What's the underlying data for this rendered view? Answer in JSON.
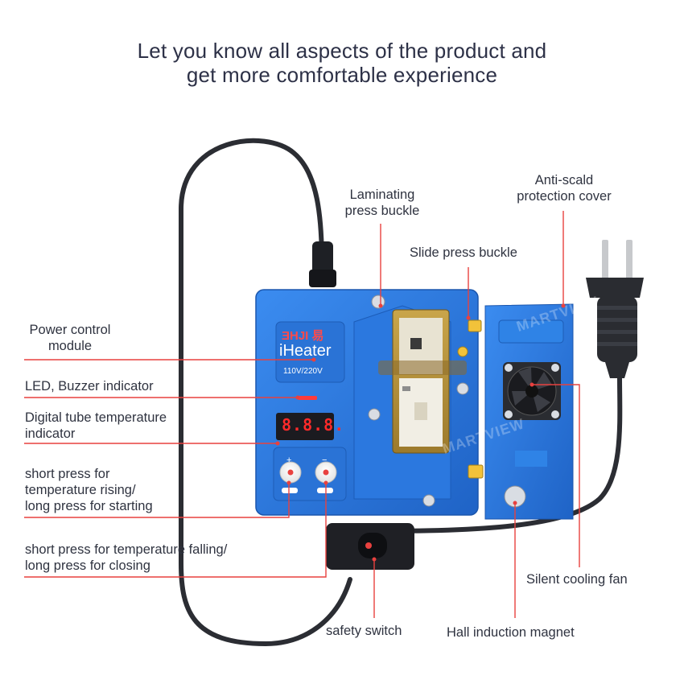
{
  "headline": {
    "line1": "Let you know all aspects of the product and",
    "line2": "get more comfortable experience"
  },
  "device": {
    "logo": "ƎHJI 易",
    "name": "iHeater",
    "voltage": "110V/220V",
    "display": "8.8.8.",
    "plus_symbol": "+",
    "minus_symbol": "−",
    "watermark": "MARTVIEW"
  },
  "labels": {
    "laminating_buckle": [
      "Laminating",
      "press buckle"
    ],
    "slide_buckle": "Slide press buckle",
    "anti_scald": [
      "Anti-scald",
      "protection cover"
    ],
    "power_control": [
      "Power control",
      "module"
    ],
    "led_buzzer": "LED, Buzzer indicator",
    "digital_tube": [
      "Digital tube temperature",
      "indicator"
    ],
    "temp_rising": [
      "short press for",
      "temperature rising/",
      "long press for starting"
    ],
    "temp_falling": [
      "short press for temperature falling/",
      "long press for closing"
    ],
    "silent_fan": "Silent cooling fan",
    "safety_switch": "safety switch",
    "hall_magnet": "Hall induction magnet"
  },
  "colors": {
    "device_blue": "#2f7fe0",
    "device_blue_dark": "#1f62c2",
    "callout_red": "#e8413f",
    "cable": "#2b2d33",
    "display_red": "#ff2a2a"
  }
}
